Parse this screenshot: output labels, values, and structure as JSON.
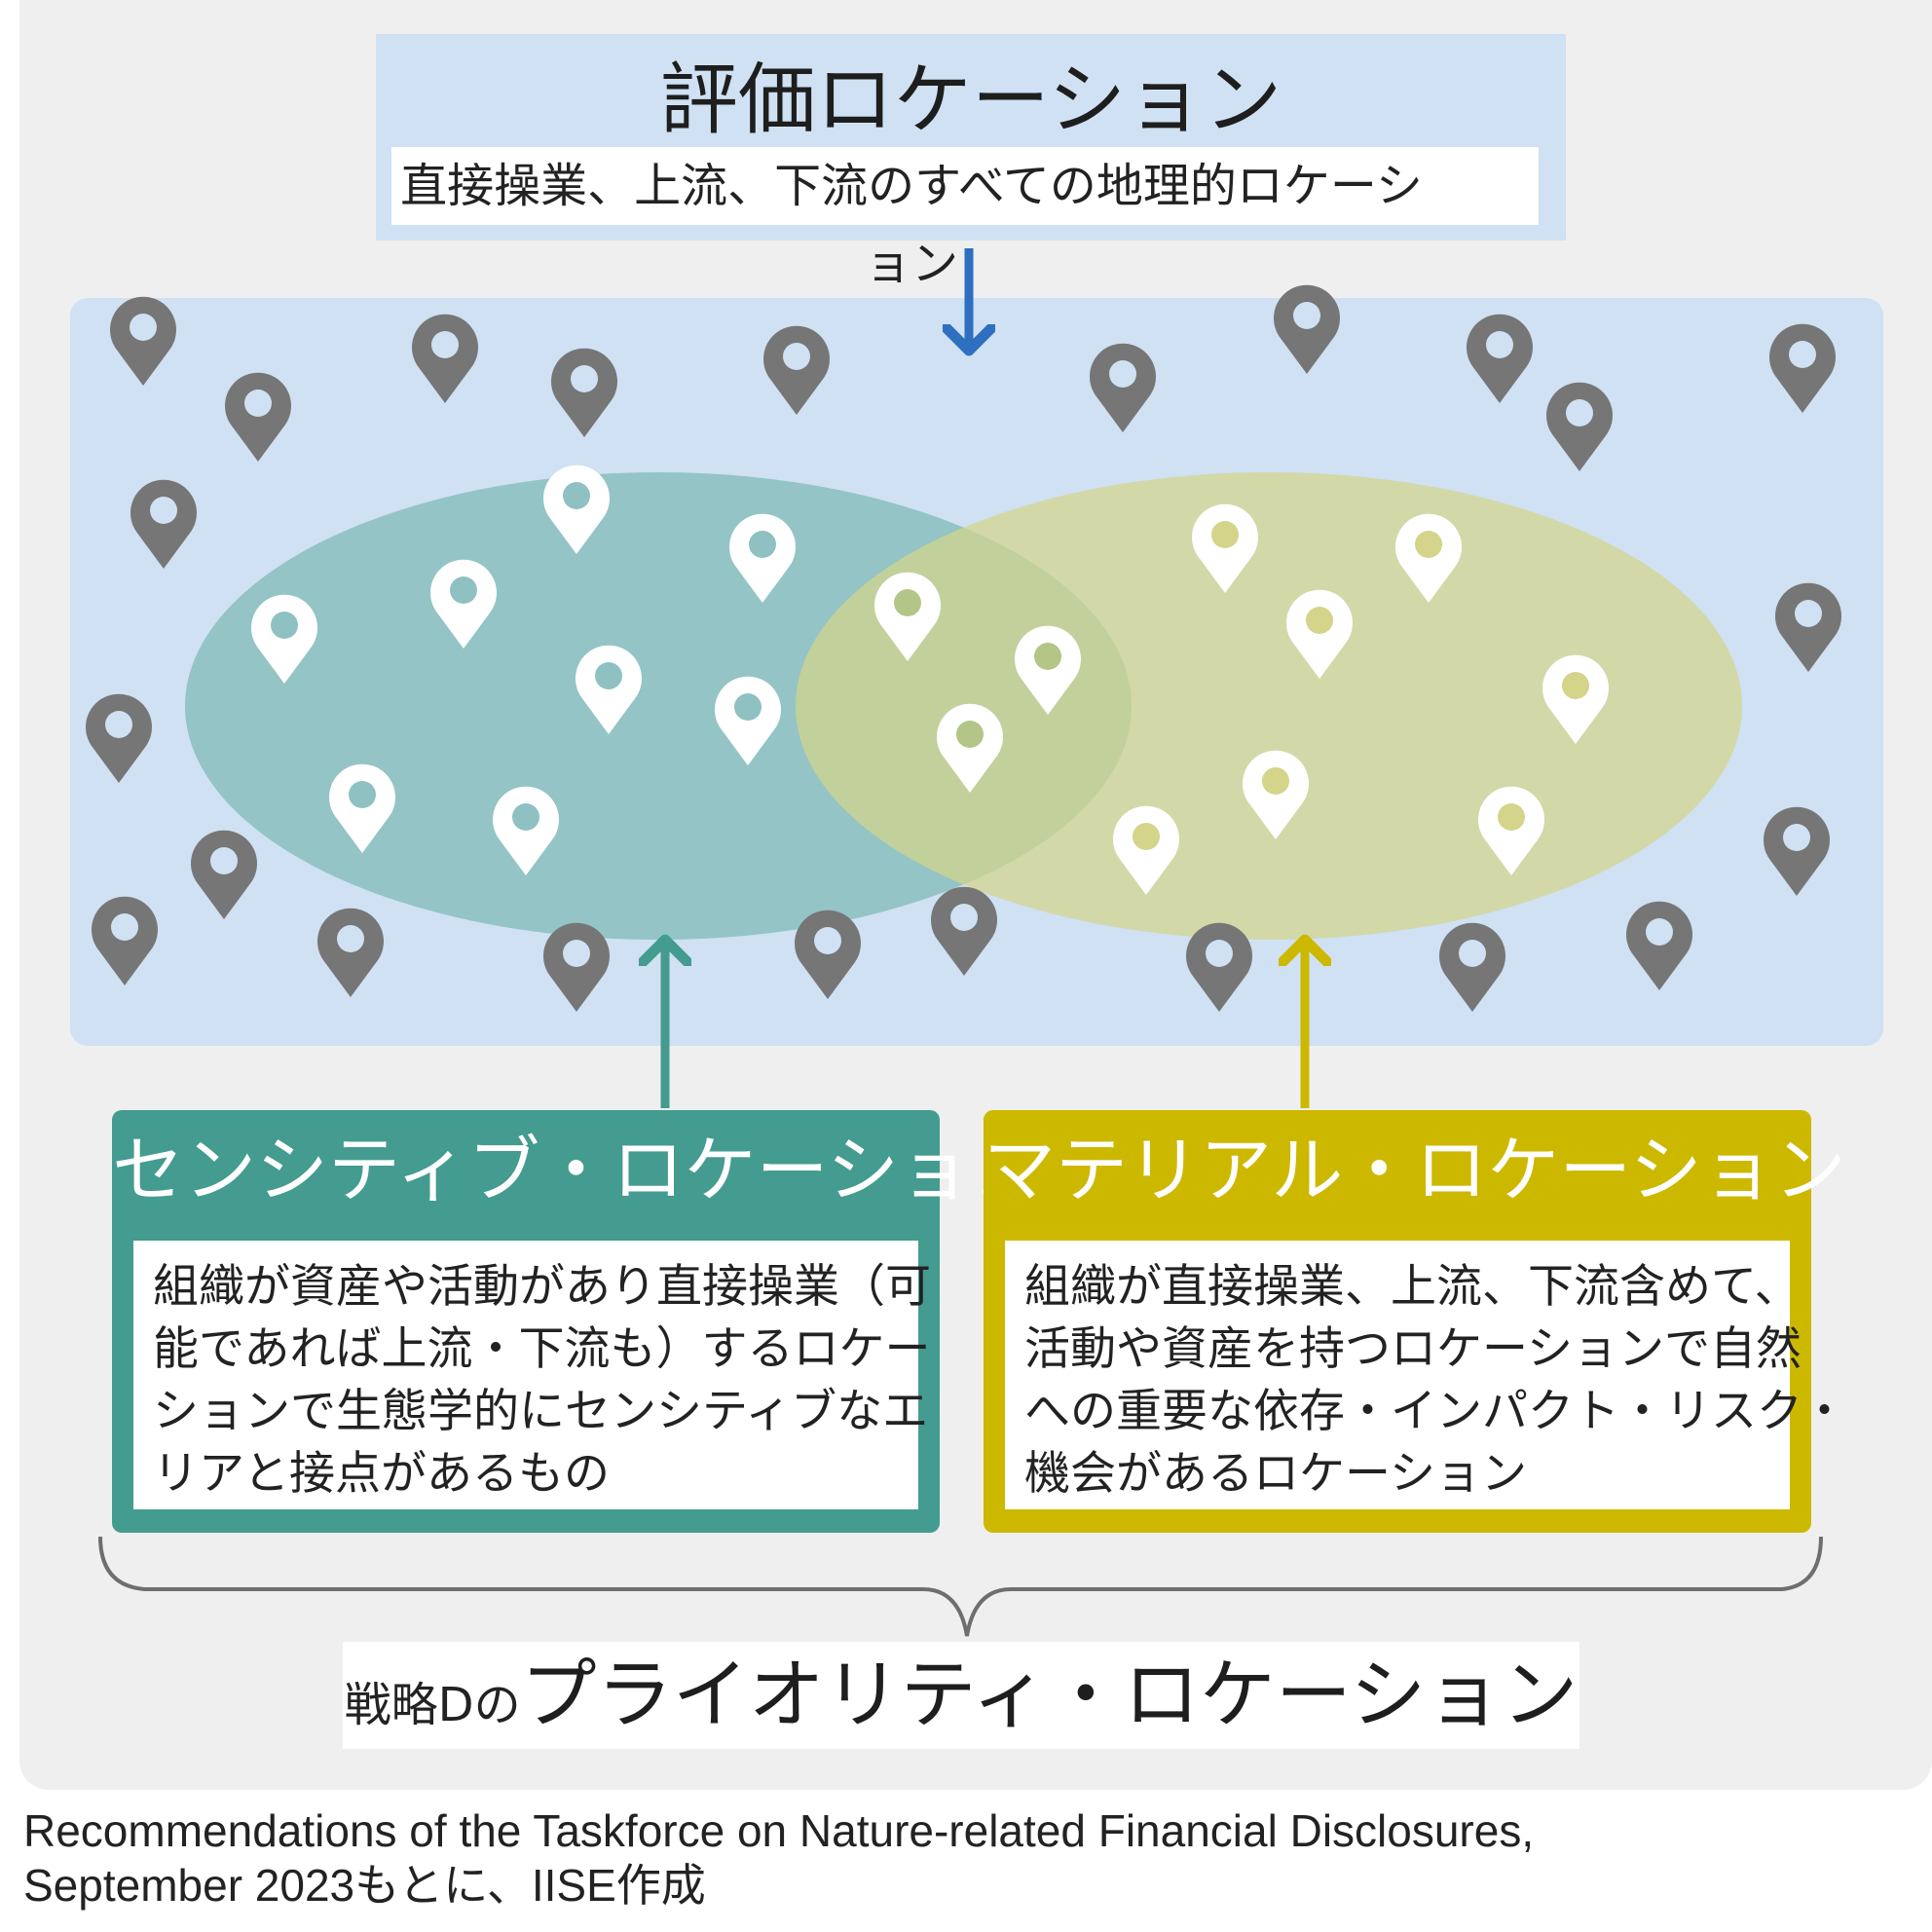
{
  "evaluation": {
    "title": "評価ロケーション",
    "subtitle": "直接操業、上流、下流のすべての地理的ロケーション"
  },
  "sensitive": {
    "title": "センシティブ・ロケーション",
    "description_lines": [
      "組織が資産や活動があり直接操業（可",
      "能であれば上流・下流も）するロケー",
      "ションで生態学的にセンシティブなエ",
      "リアと接点があるもの"
    ],
    "color": "#449b8f"
  },
  "material": {
    "title": "マテリアル・ロケーション",
    "description_lines": [
      "組織が直接操業、上流、下流含めて、",
      "活動や資産を持つロケーションで自然",
      "への重要な依存・インパクト・リスク・",
      "機会があるロケーション"
    ],
    "color": "#cdb800"
  },
  "priority": {
    "prefix": "戦略Dの",
    "title": "プライオリティ・ロケーション"
  },
  "source_lines": [
    "Recommendations of the Taskforce on Nature-related Financial Disclosures,",
    "September 2023もとに、IISE作成"
  ],
  "colors": {
    "evaluation_fill": "#cfe1f3",
    "pin_gray": "#767676",
    "pin_white": "#ffffff",
    "arrow_blue": "#2f6fc0",
    "ellipse_teal": "#8fc1c2",
    "ellipse_olive": "#d6d68e"
  },
  "icons": {
    "location_pin": "map-pin-icon"
  }
}
